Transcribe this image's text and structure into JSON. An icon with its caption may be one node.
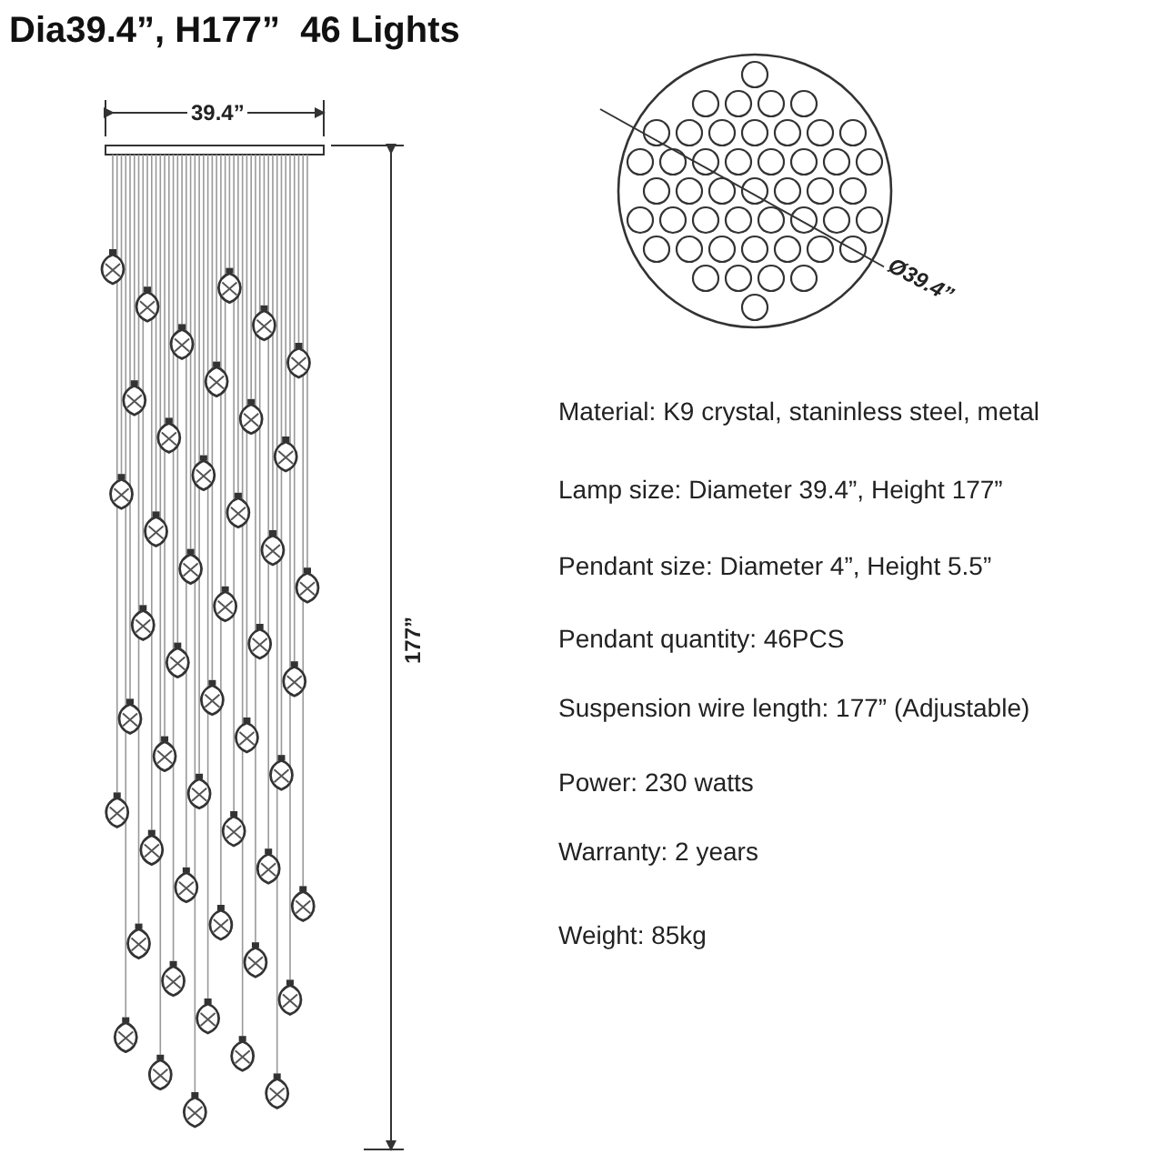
{
  "diagram": {
    "title": "Dia39.4”, H177”  46 Lights",
    "labels": [
      "39.4”",
      "177”",
      "Ø39.4”",
      "Material: K9 crystal, staninless steel, metal",
      "Lamp size: Diameter 39.4”, Height 177”",
      "Pendant size: Diameter 4”, Height 5.5”",
      "Pendant quantity: 46PCS",
      "Suspension wire length: 177” (Adjustable)",
      "Power: 230 watts",
      "Warranty: 2 years",
      "Weight: 85kg"
    ]
  }
}
